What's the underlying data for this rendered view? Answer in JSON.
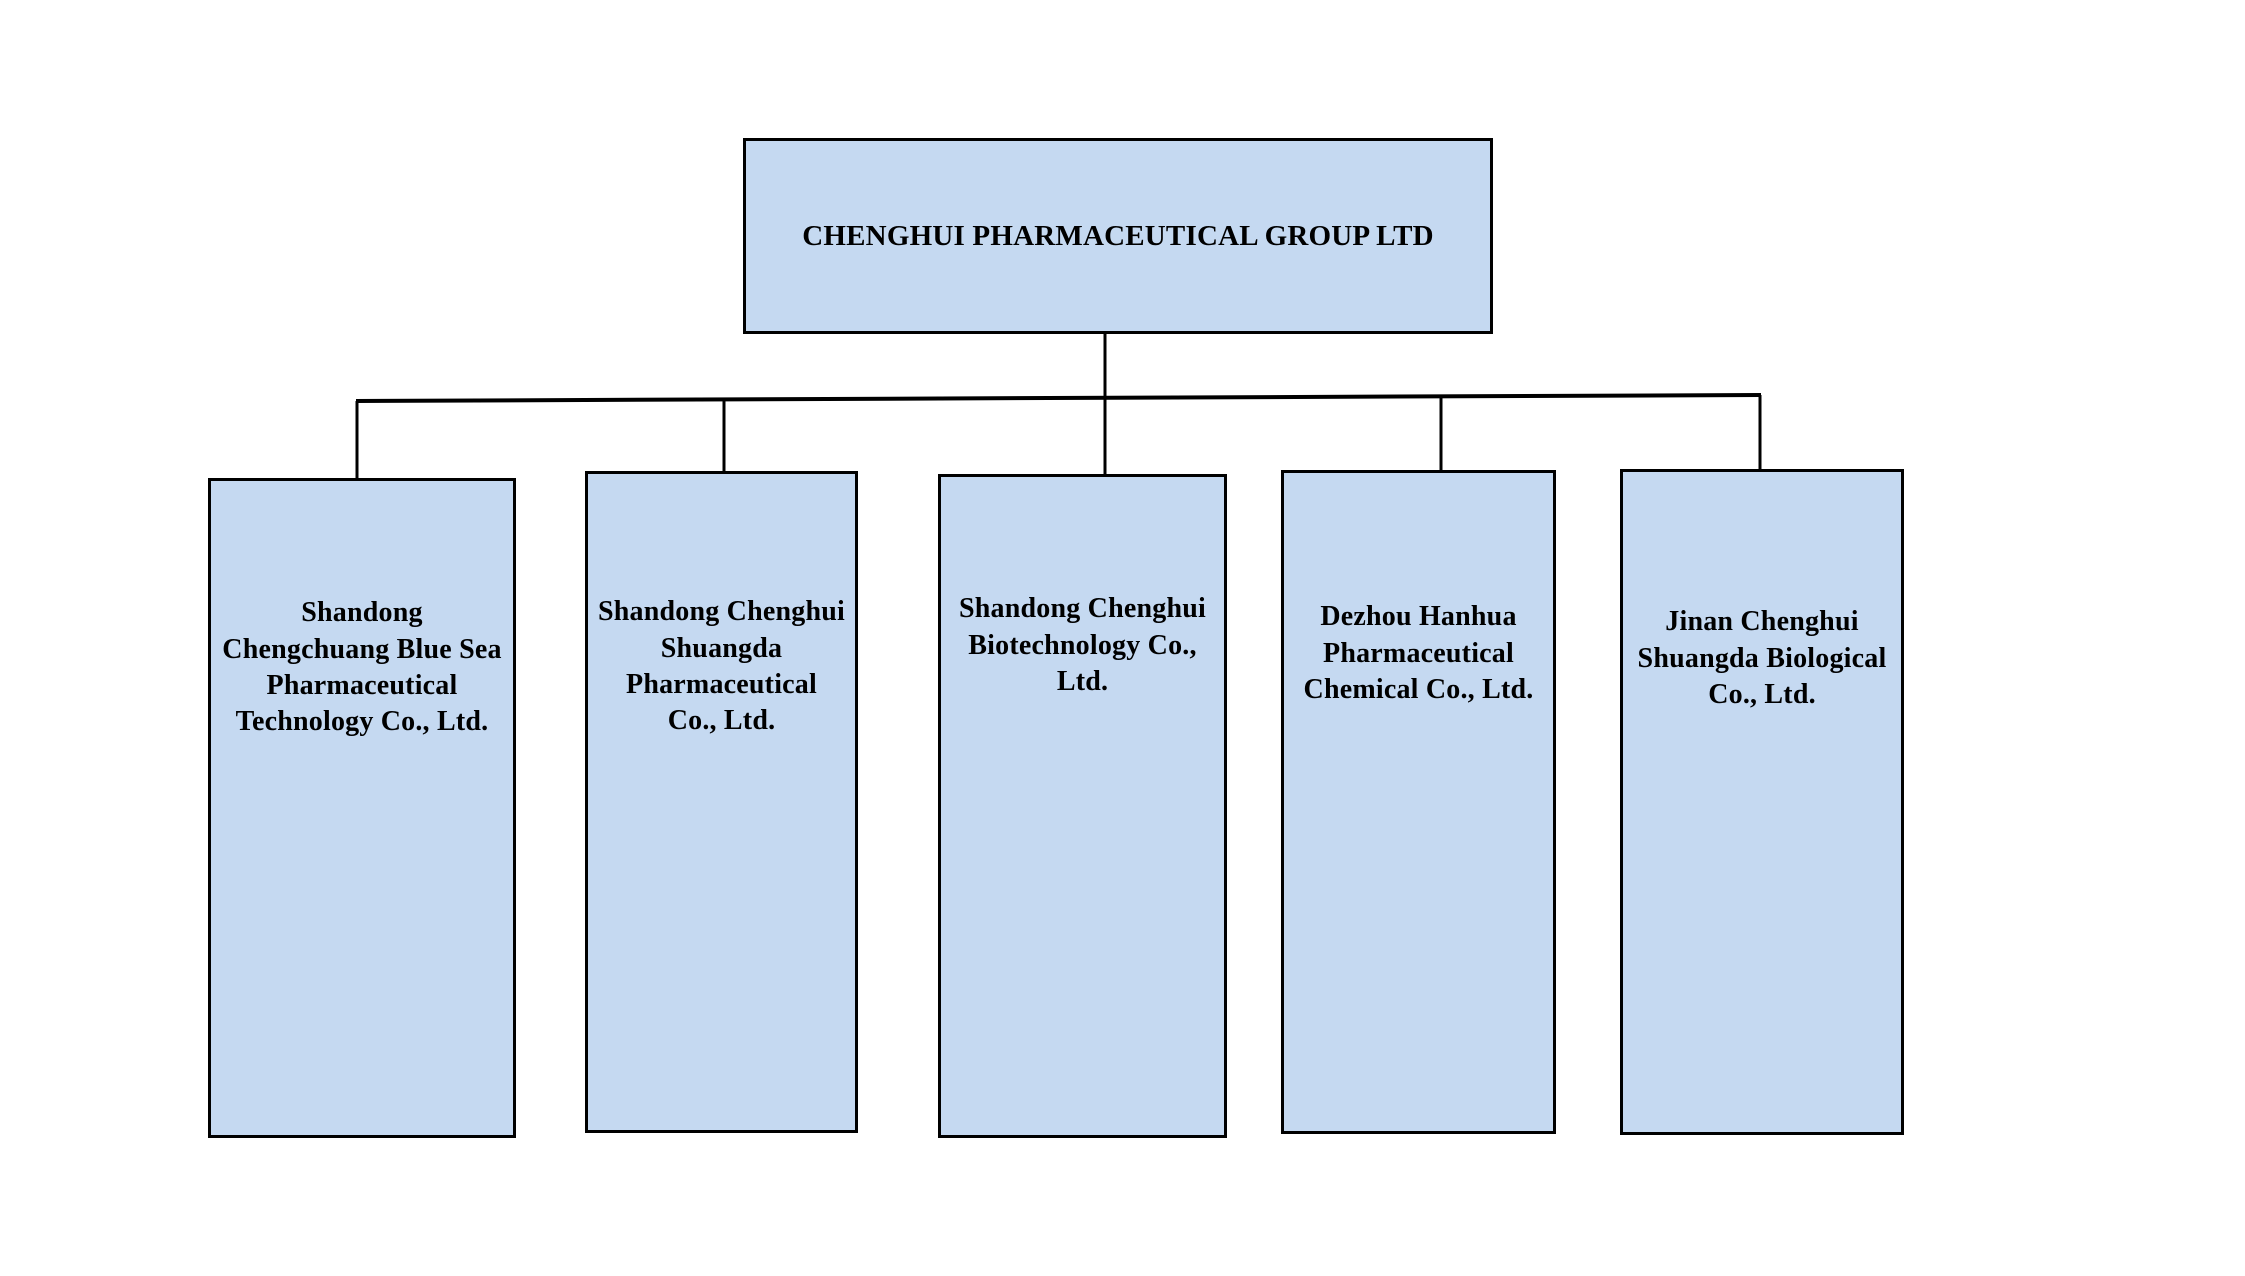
{
  "diagram": {
    "type": "organizational-chart",
    "orientation": "top-down",
    "background_color": "#ffffff",
    "node_fill_color": "#c5d9f1",
    "node_border_color": "#000000",
    "connector_color": "#000000",
    "root": {
      "label": "CHENGHUI PHARMACEUTICAL GROUP LTD"
    },
    "children": [
      {
        "label": "Shandong Chengchuang Blue Sea Pharmaceutical Technology Co., Ltd."
      },
      {
        "label": "Shandong Chenghui Shuangda Pharmaceutical Co., Ltd."
      },
      {
        "label": "Shandong Chenghui Biotechnology Co., Ltd."
      },
      {
        "label": "Dezhou Hanhua Pharmaceutical Chemical Co., Ltd."
      },
      {
        "label": "Jinan Chenghui Shuangda Biological Co., Ltd."
      }
    ]
  }
}
